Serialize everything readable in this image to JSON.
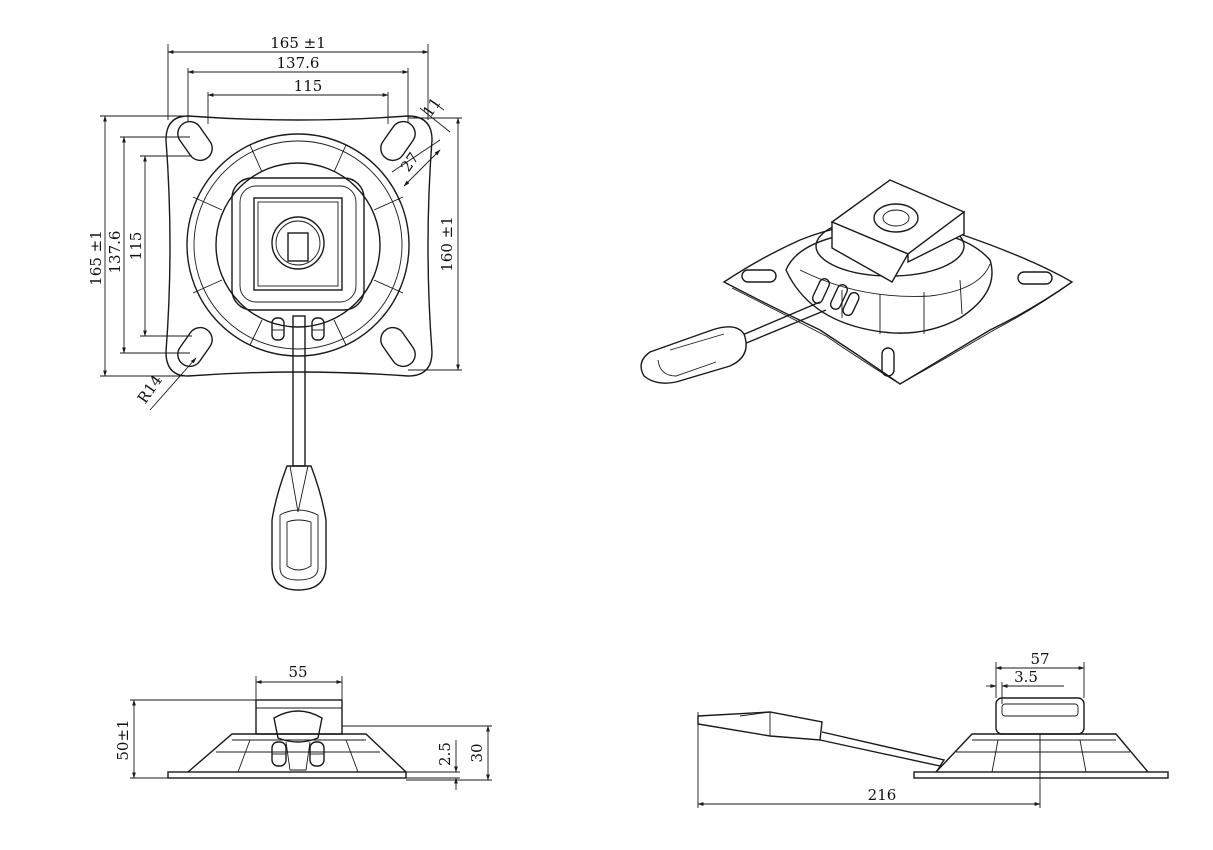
{
  "dimensions": {
    "top_width_outer": "165 ±1",
    "top_width_mid": "137.6",
    "top_width_inner": "115",
    "slot_width": "11",
    "slot_length": "27",
    "left_height_outer": "165 ±1",
    "left_height_mid": "137.6",
    "left_height_inner": "115",
    "right_height": "160 ±1",
    "corner_radius": "R14",
    "front_width": "55",
    "front_height": "50±1",
    "front_plate": "2.5",
    "front_body": "30",
    "side_top_width": "57",
    "side_offset": "3.5",
    "side_length": "216"
  },
  "colors": {
    "line": "#1a1a1a",
    "background": "#ffffff"
  }
}
